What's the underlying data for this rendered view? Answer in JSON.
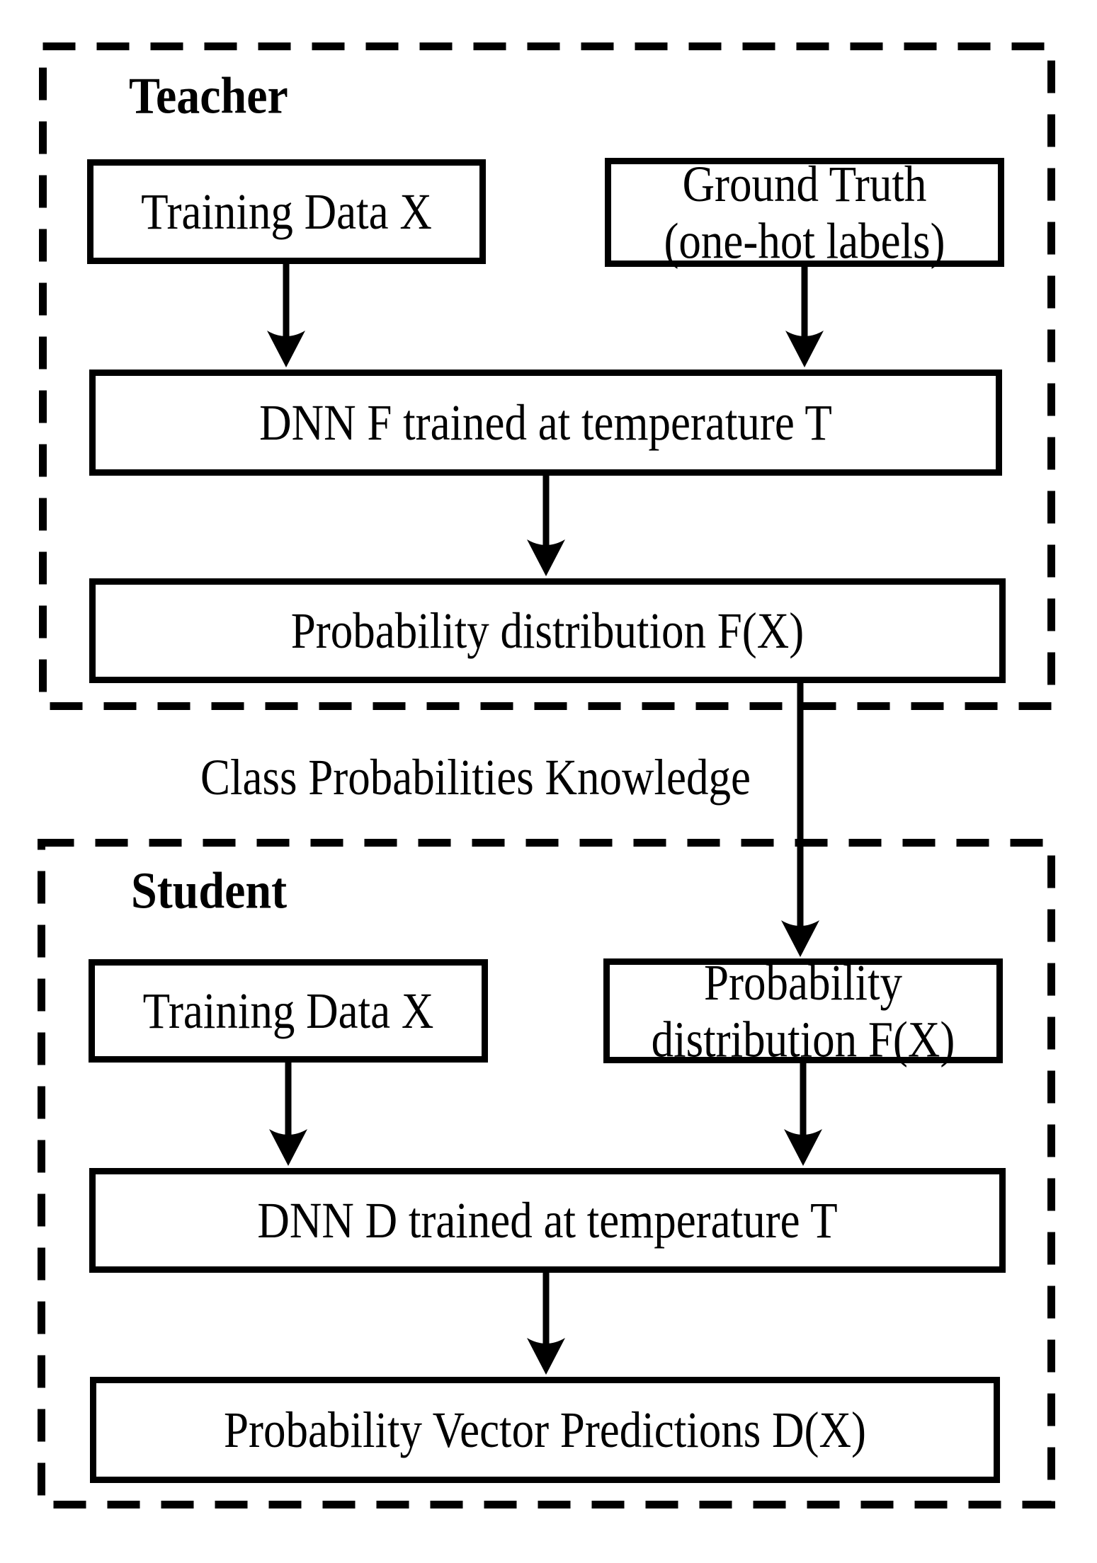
{
  "colors": {
    "ink": "#000000",
    "background": "#ffffff"
  },
  "teacher": {
    "label": "Teacher",
    "training_data_box": "Training Data X",
    "ground_truth_box": {
      "line1": "Ground Truth",
      "line2": "(one-hot labels)"
    },
    "dnn_box": "DNN F trained at temperature T",
    "output_box": "Probability distribution F(X)"
  },
  "knowledge_transfer_label": "Class Probabilities Knowledge",
  "student": {
    "label": "Student",
    "training_data_box": "Training Data X",
    "prob_dist_box": {
      "line1": "Probability",
      "line2": "distribution F(X)"
    },
    "dnn_box": "DNN D trained at temperature T",
    "output_box": "Probability Vector Predictions D(X)"
  }
}
